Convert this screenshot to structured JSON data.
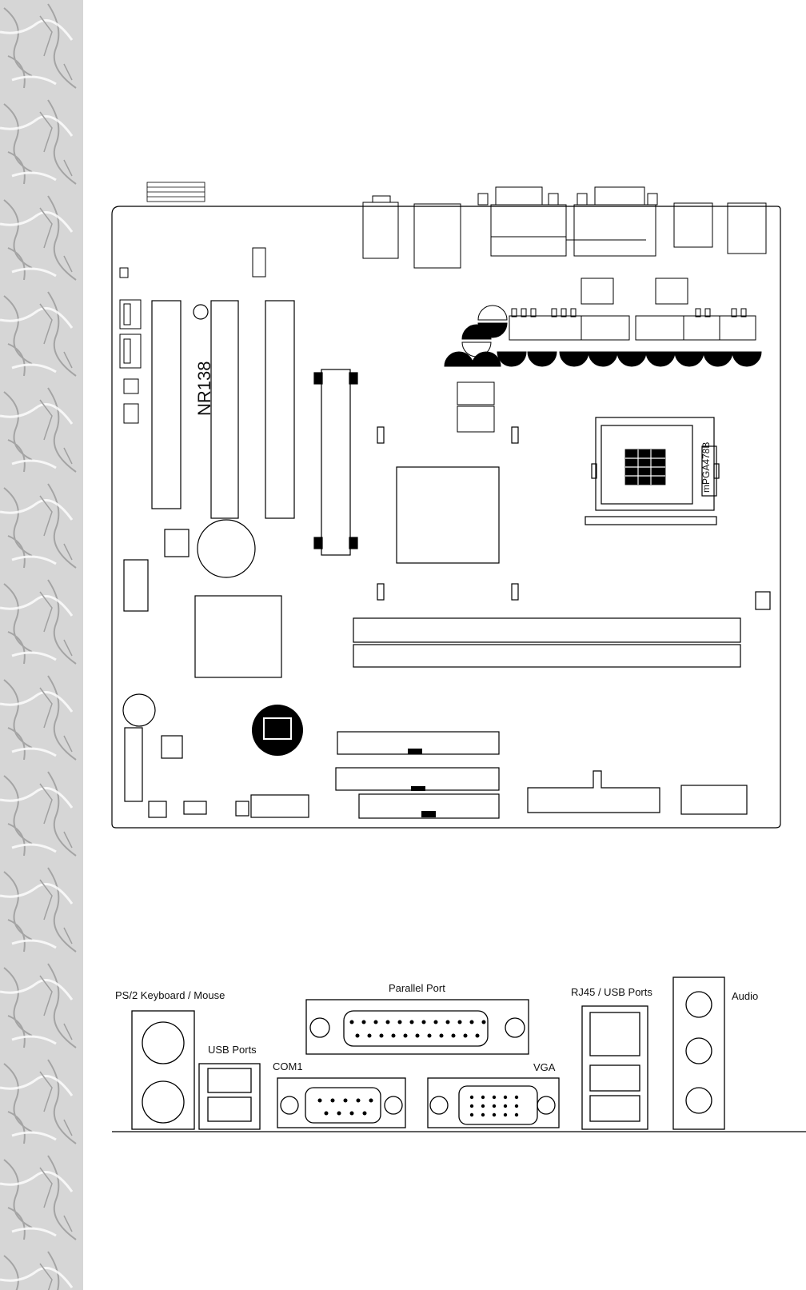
{
  "board": {
    "model_label": "NR138",
    "cpu_socket_label": "mPGA478B"
  },
  "io_panel": {
    "ps2_label": "PS/2 Keyboard / Mouse",
    "usb_label": "USB Ports",
    "parallel_label": "Parallel Port",
    "com1_label": "COM1",
    "vga_label": "VGA",
    "rj45_usb_label": "RJ45 / USB Ports",
    "audio_label": "Audio"
  }
}
